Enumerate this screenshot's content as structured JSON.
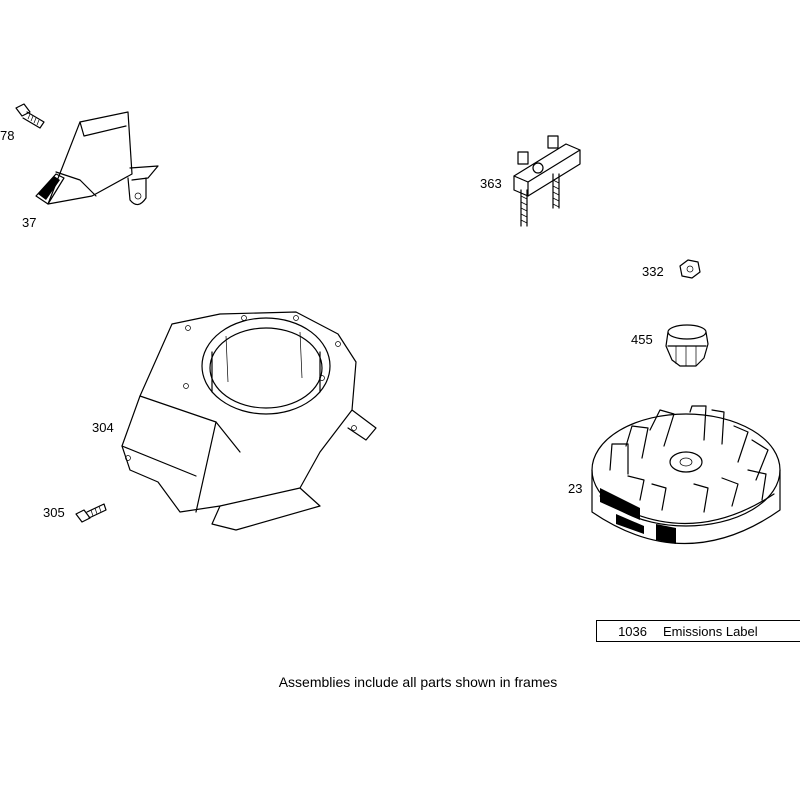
{
  "callouts": [
    {
      "id": "78",
      "part": "screw"
    },
    {
      "id": "37",
      "part": "air-guide"
    },
    {
      "id": "363",
      "part": "rocker-arm-assembly"
    },
    {
      "id": "332",
      "part": "nut"
    },
    {
      "id": "455",
      "part": "clutch"
    },
    {
      "id": "304",
      "part": "blower-housing"
    },
    {
      "id": "305",
      "part": "screw"
    },
    {
      "id": "23",
      "part": "flywheel"
    }
  ],
  "legend_box": {
    "number": "1036",
    "label": "Emissions Label"
  },
  "footer_note": "Assemblies include all parts shown in frames"
}
